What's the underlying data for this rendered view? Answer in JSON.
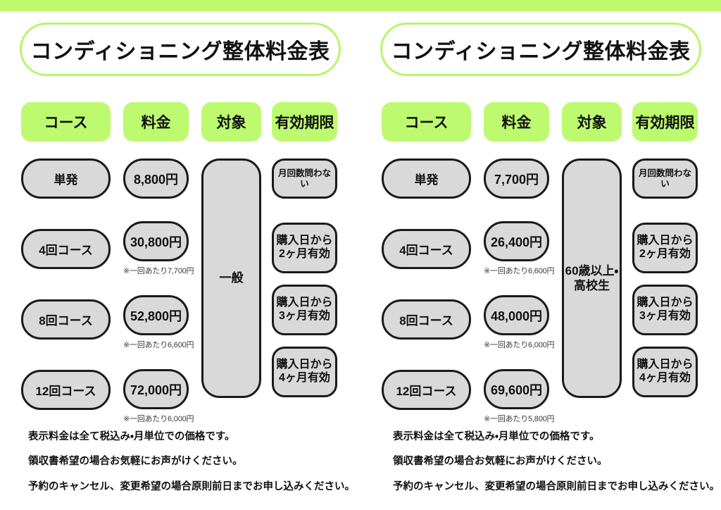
{
  "theme": {
    "accent_green": "#BDFA70",
    "cell_gray": "#D9D9D9",
    "cell_border": "#1A1A1A",
    "text": "#111111"
  },
  "panels": [
    {
      "title": "コンディショニング整体料金表",
      "headers": {
        "course": "コース",
        "price": "料金",
        "target": "対象",
        "valid": "有効期限"
      },
      "target_label": "一般",
      "rows": [
        {
          "course": "単発",
          "price": "8,800円",
          "note": "",
          "valid": "月回数問わない"
        },
        {
          "course": "4回コース",
          "price": "30,800円",
          "note": "※一回あたり7,700円",
          "valid": "購入日から\n2ヶ月有効"
        },
        {
          "course": "8回コース",
          "price": "52,800円",
          "note": "※一回あたり6,600円",
          "valid": "購入日から\n3ヶ月有効"
        },
        {
          "course": "12回コース",
          "price": "72,000円",
          "note": "※一回あたり6,000円",
          "valid": "購入日から\n4ヶ月有効"
        }
      ],
      "footer": [
        "表示料金は全て税込み・月単位での価格です。",
        "領収書希望の場合お気軽にお声がけください。",
        "予約のキャンセル、変更希望の場合原則前日までお申し込みください。"
      ]
    },
    {
      "title": "コンディショニング整体料金表",
      "headers": {
        "course": "コース",
        "price": "料金",
        "target": "対象",
        "valid": "有効期限"
      },
      "target_label": "60歳以上・\n高校生",
      "rows": [
        {
          "course": "単発",
          "price": "7,700円",
          "note": "",
          "valid": "月回数問わない"
        },
        {
          "course": "4回コース",
          "price": "26,400円",
          "note": "※一回あたり6,600円",
          "valid": "購入日から\n2ヶ月有効"
        },
        {
          "course": "8回コース",
          "price": "48,000円",
          "note": "※一回あたり6,000円",
          "valid": "購入日から\n3ヶ月有効"
        },
        {
          "course": "12回コース",
          "price": "69,600円",
          "note": "※一回あたり5,800円",
          "valid": "購入日から\n4ヶ月有効"
        }
      ],
      "footer": [
        "表示料金は全て税込み・月単位での価格です。",
        "領収書希望の場合お気軽にお声がけください。",
        "予約のキャンセル、変更希望の場合原則前日までお申し込みください。"
      ]
    }
  ]
}
